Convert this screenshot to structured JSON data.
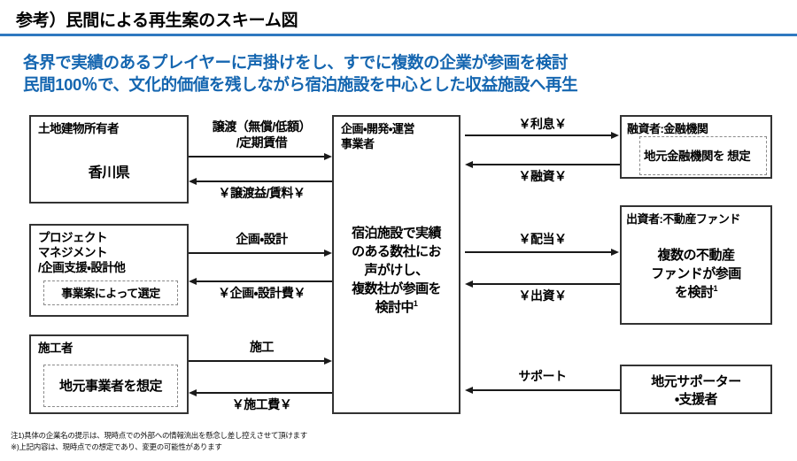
{
  "header": {
    "title": "参考）民間による再生案のスキーム図",
    "rule_color": "#2f79c0",
    "subtitle_color": "#1566b0",
    "subtitle_line1": "各界で実績のあるプレイヤーに声掛けをし、すでに複数の企業が参画を検討",
    "subtitle_line2": "民間100％で、文化的価値を残しながら宿泊施設を中心とした収益施設へ再生"
  },
  "left_boxes": [
    {
      "heading": "土地建物所有者",
      "body": "香川県",
      "note": ""
    },
    {
      "heading": "プロジェクト\nマネジメント\n/企画支援・設計他",
      "body": "",
      "note": "事業案によって選定"
    },
    {
      "heading": "施工者",
      "body": "",
      "note": "地元事業者を想定"
    }
  ],
  "center_box": {
    "heading": "企画・開発・運営\n事業者",
    "body": "宿泊施設で実績\nのある数社にお\n声がけし、\n複数社が参画を\n検討中",
    "body_superscript": "1"
  },
  "right_boxes": [
    {
      "heading": "融資者:金融機関",
      "body": "",
      "body_superscript": "",
      "note": "地元金融機関を\n想定"
    },
    {
      "heading": "出資者:不動産ファンド",
      "body": "複数の不動産\nファンドが参画\nを検討",
      "body_superscript": "1",
      "note": ""
    },
    {
      "heading": "",
      "body": "地元サポーター\n・支援者",
      "body_superscript": "",
      "note": ""
    }
  ],
  "arrows": {
    "left_to_center": [
      {
        "label": "譲渡（無償/低額）\n/定期賃借",
        "direction": "right"
      },
      {
        "label": "￥譲渡益/賃料￥",
        "direction": "left"
      },
      {
        "label": "企画・設計",
        "direction": "right"
      },
      {
        "label": "￥企画・設計費￥",
        "direction": "left"
      },
      {
        "label": "施工",
        "direction": "right"
      },
      {
        "label": "￥施工費￥",
        "direction": "left"
      }
    ],
    "center_to_right": [
      {
        "label": "￥利息￥",
        "direction": "right"
      },
      {
        "label": "￥融資￥",
        "direction": "left"
      },
      {
        "label": "￥配当￥",
        "direction": "right"
      },
      {
        "label": "￥出資￥",
        "direction": "left"
      },
      {
        "label": "サポート",
        "direction": "left"
      }
    ]
  },
  "footnotes": {
    "line1": "注1)具体の企業名の提示は、現時点での外部への情報流出を懸念し差し控えさせて頂けます",
    "line2": "※)上記内容は、現時点での想定であり、変更の可能性があります"
  }
}
